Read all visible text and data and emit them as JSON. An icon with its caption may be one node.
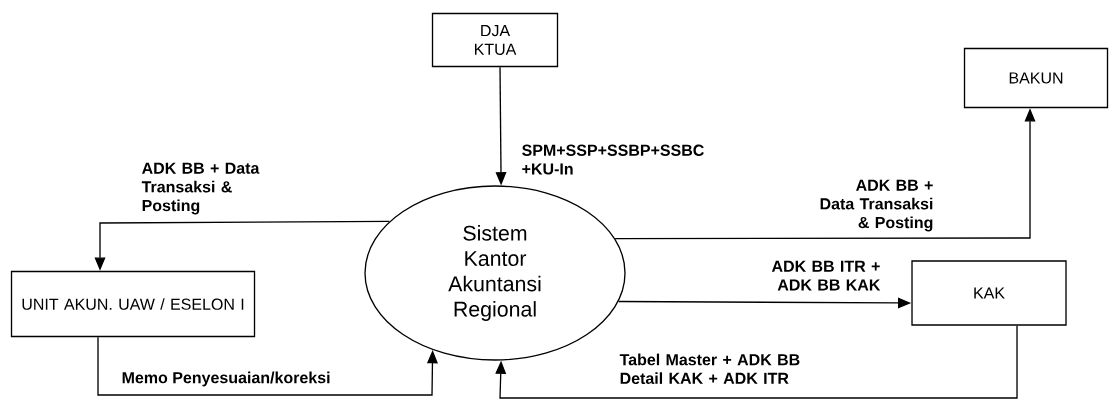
{
  "diagram": {
    "nodes": [
      {
        "text": [
          "DJA KTUA"
        ]
      },
      {
        "text": [
          "Sistem Kantor Akuntansi Regional"
        ]
      },
      {
        "text": [
          "BAKUN"
        ]
      },
      {
        "text": [
          "UNIT AKUN. UAW / ESELON I"
        ]
      },
      {
        "text": [
          "KAK"
        ]
      }
    ],
    "edges": [
      {
        "from": 0,
        "to": 1,
        "arrow": "to",
        "label": "SPM+SSP+SSBP+SSBC +KU-In"
      },
      {
        "from": 1,
        "to": 3,
        "arrow": "to",
        "label": "ADK BB + Data Transaksi & Posting"
      },
      {
        "from": 1,
        "to": 2,
        "arrow": "to",
        "label": "ADK BB + Data Transaksi & Posting"
      },
      {
        "from": 1,
        "to": 4,
        "arrow": "to",
        "label": "ADK BB ITR + ADK BB KAK"
      },
      {
        "from": 3,
        "to": 1,
        "arrow": "to",
        "label": "Memo Penyesuaian/koreksi"
      },
      {
        "from": 4,
        "to": 1,
        "arrow": "to",
        "label": "Tabel Master + ADK BB Detail KAK + ADK ITR"
      }
    ]
  }
}
